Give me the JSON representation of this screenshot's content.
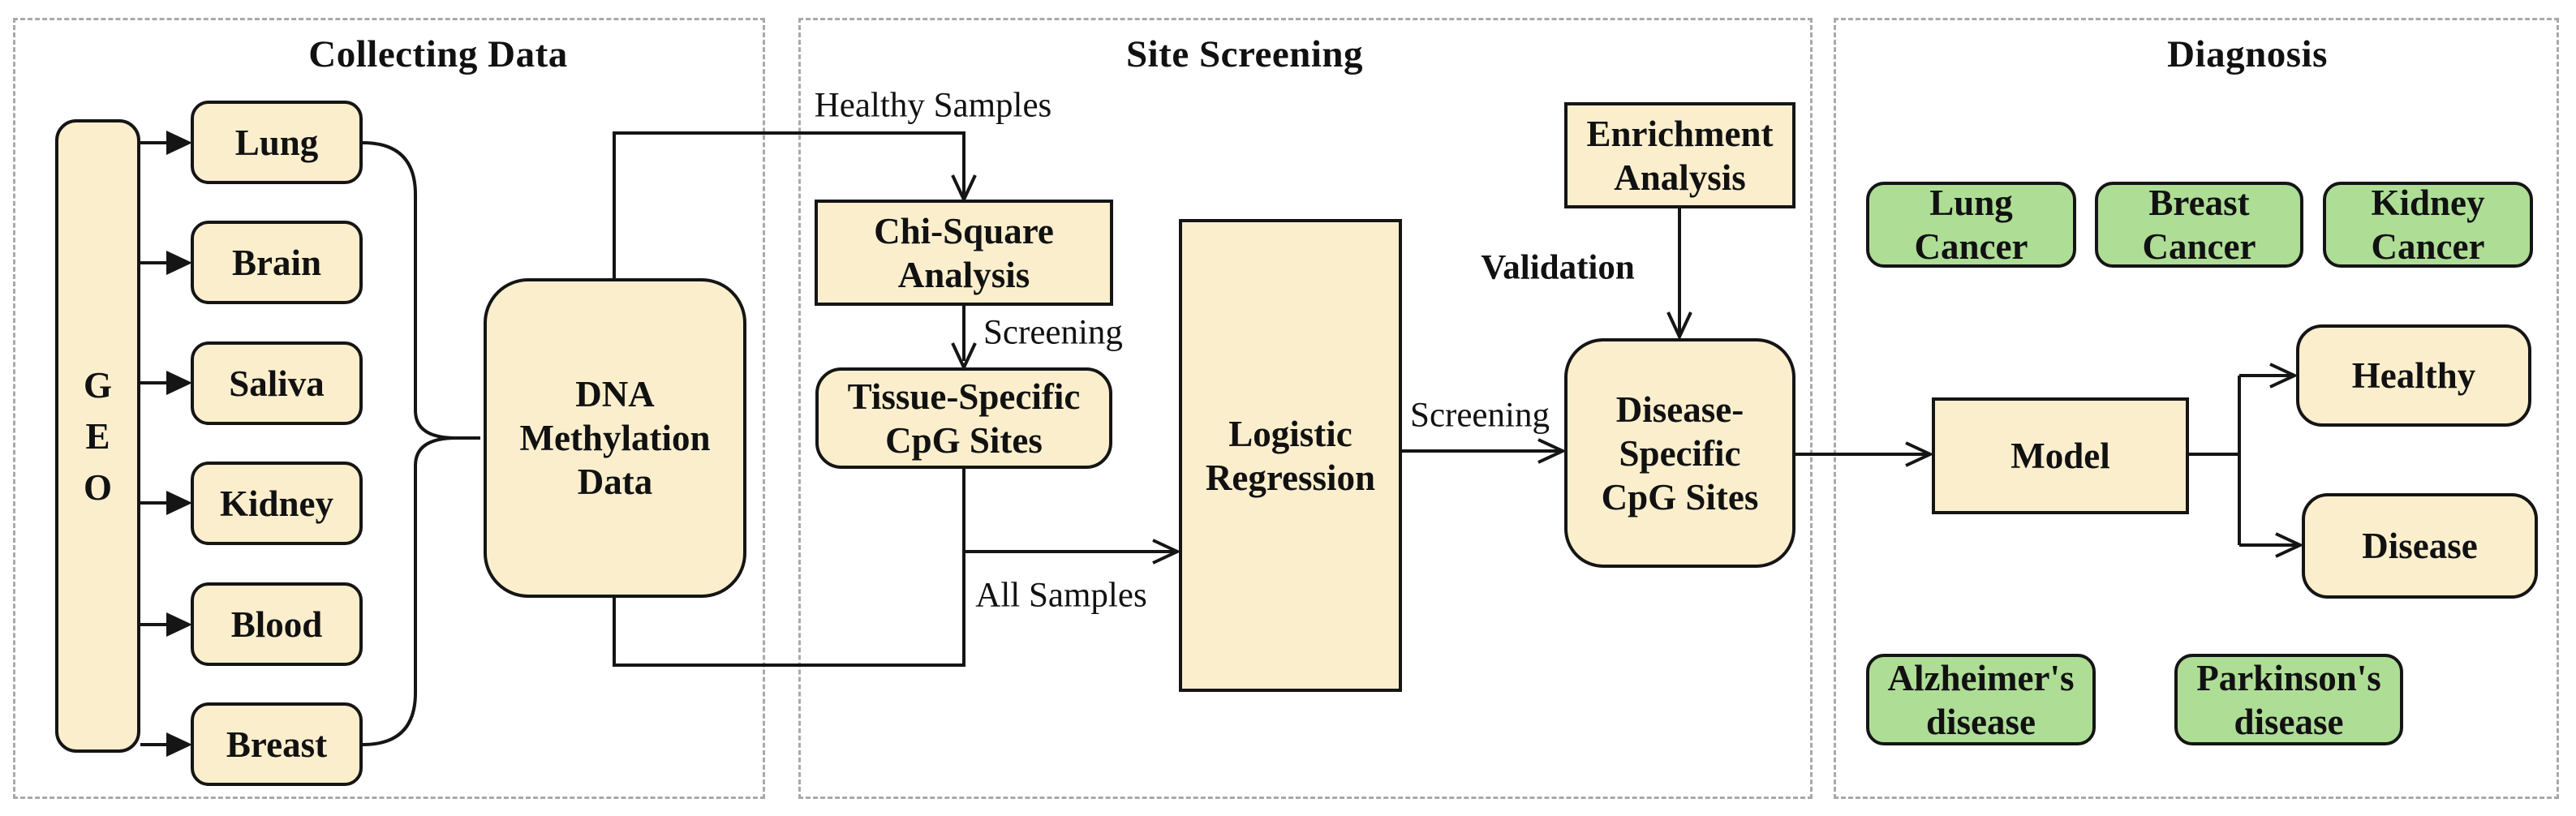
{
  "panels": {
    "collecting": {
      "title": "Collecting Data"
    },
    "screening": {
      "title": "Site Screening"
    },
    "diagnosis": {
      "title": "Diagnosis"
    }
  },
  "collecting": {
    "source": {
      "label": "GEO",
      "letters": [
        "G",
        "E",
        "O"
      ]
    },
    "tissues": [
      {
        "label": "Lung"
      },
      {
        "label": "Brain"
      },
      {
        "label": "Saliva"
      },
      {
        "label": "Kidney"
      },
      {
        "label": "Blood"
      },
      {
        "label": "Breast"
      }
    ],
    "dna": {
      "label": "DNA Methylation Data",
      "lines": [
        "DNA",
        "Methylation",
        "Data"
      ]
    }
  },
  "screening": {
    "labels": {
      "healthy_samples": "Healthy Samples",
      "screening_chi": "Screening",
      "all_samples": "All Samples",
      "screening_logistic": "Screening",
      "validation": "Validation"
    },
    "nodes": {
      "chi_square": {
        "label": "Chi-Square Analysis",
        "lines": [
          "Chi-Square",
          "Analysis"
        ]
      },
      "tissue_specific": {
        "label": "Tissue-Specific CpG Sites",
        "lines": [
          "Tissue-Specific",
          "CpG Sites"
        ]
      },
      "logistic": {
        "label": "Logistic Regression",
        "lines": [
          "Logistic",
          "Regression"
        ]
      },
      "enrichment": {
        "label": "Enrichment Analysis",
        "lines": [
          "Enrichment",
          "Analysis"
        ]
      },
      "disease_specific": {
        "label": "Disease-Specific CpG Sites",
        "lines": [
          "Disease-",
          "Specific",
          "CpG Sites"
        ]
      }
    }
  },
  "diagnosis": {
    "nodes": {
      "model": {
        "label": "Model"
      },
      "healthy": {
        "label": "Healthy"
      },
      "disease": {
        "label": "Disease"
      }
    },
    "diseases": [
      {
        "label": "Lung Cancer",
        "lines": [
          "Lung",
          "Cancer"
        ]
      },
      {
        "label": "Breast Cancer",
        "lines": [
          "Breast",
          "Cancer"
        ]
      },
      {
        "label": "Kidney Cancer",
        "lines": [
          "Kidney",
          "Cancer"
        ]
      },
      {
        "label": "Alzheimer's disease",
        "lines": [
          "Alzheimer's",
          "disease"
        ]
      },
      {
        "label": "Parkinson's disease",
        "lines": [
          "Parkinson's",
          "disease"
        ]
      }
    ]
  },
  "colors": {
    "node_fill": "#FAEECD",
    "disease_fill": "#AEDD96",
    "line": "#151515",
    "panel_border": "#A9A9A9",
    "background": "#FFFFFF"
  }
}
